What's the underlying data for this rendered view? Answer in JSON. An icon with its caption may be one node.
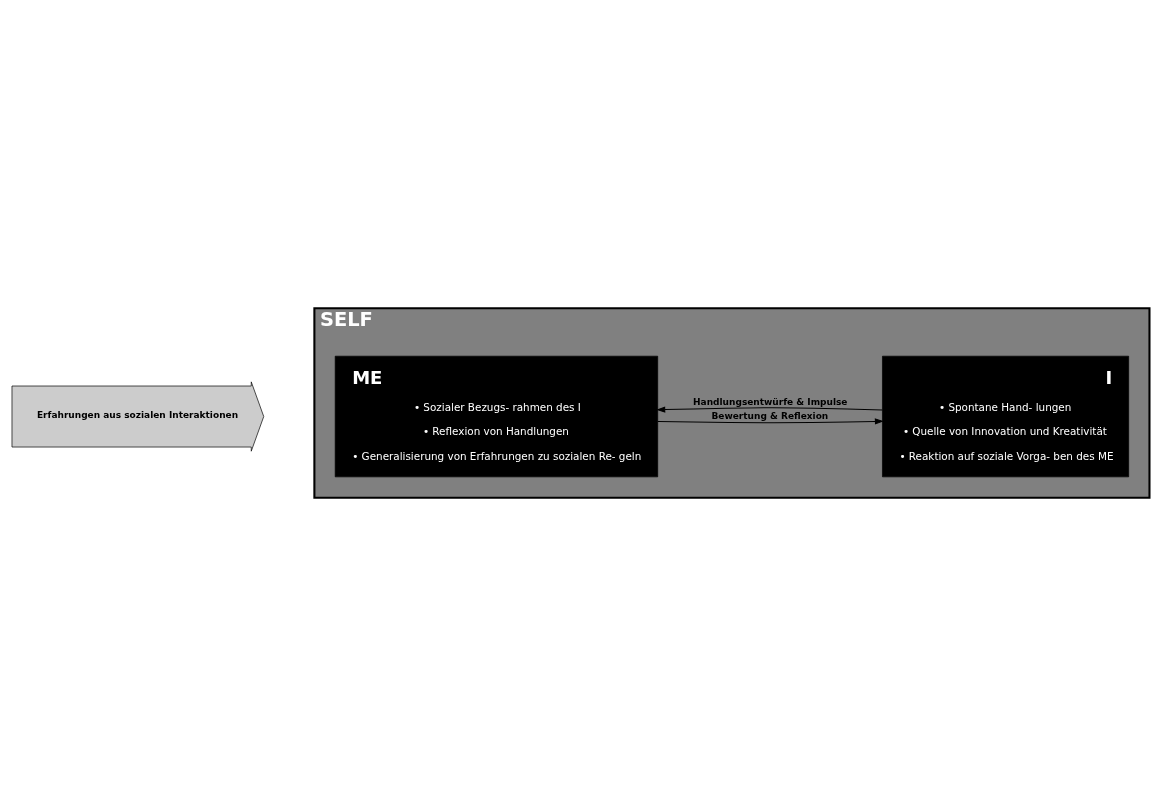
{
  "diagram": {
    "nodes": [
      {
        "text": [
          "SELF"
        ]
      },
      {
        "text": [
          "ME",
          "• Sozialer Bezugs- rahmen des I",
          "• Reflexion von Handlungen",
          "• Generalisierung von Erfahrungen zu sozialen Re- geln"
        ],
        "in": 0
      },
      {
        "text": [
          "I",
          "• Spontane Hand- lungen",
          "• Quelle von Innovation und Kreativität",
          "• Reaktion auf soziale Vorga- ben des ME"
        ],
        "in": 0
      },
      {
        "text": [
          "Erfahrungen aus sozialen Interaktionen"
        ]
      }
    ],
    "edges": [
      {
        "from": 2,
        "to": 1,
        "arrow": "to",
        "label": "Handlungsentwürfe & Impulse"
      },
      {
        "from": 1,
        "to": 2,
        "arrow": "to",
        "label": "Bewertung & Reflexion"
      }
    ]
  }
}
